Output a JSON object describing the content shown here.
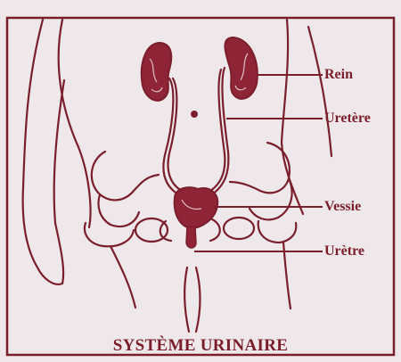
{
  "labels": {
    "kidney": "Rein",
    "ureter": "Uretère",
    "bladder": "Vessie",
    "urethra": "Urètre"
  },
  "caption": "SYSTÈME URINAIRE",
  "colors": {
    "ink": "#7a1e2c",
    "paper": "#efe8ea",
    "organ_fill": "#8e2436"
  }
}
